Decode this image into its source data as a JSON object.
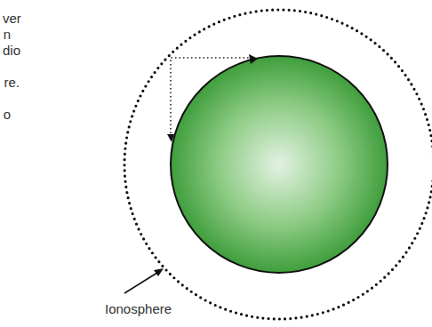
{
  "diagram": {
    "labels": [
      "ver",
      "n",
      "dio",
      "re.",
      "o",
      "Ionosphere"
    ]
  }
}
